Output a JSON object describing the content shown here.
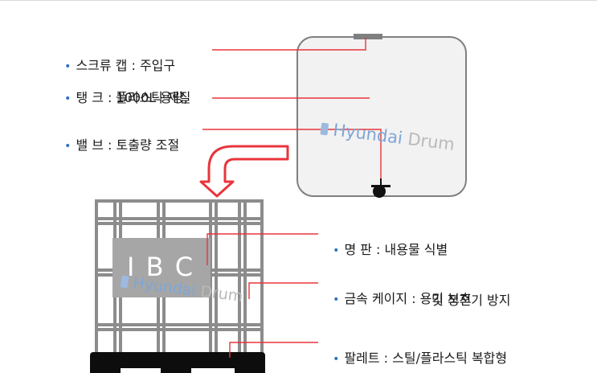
{
  "parts": {
    "cap": {
      "label": "스크류 캡 : 주입구"
    },
    "tank": {
      "label": "탱 크 : 1000L 용량,",
      "label_cont": "플라스틱 재질"
    },
    "valve": {
      "label": "밸 브 : 토출량 조절"
    },
    "nameplate": {
      "label": "명 판 : 내용물 식별"
    },
    "cage": {
      "label": "금속 케이지 : 용기 보호",
      "label_cont": "및 정전기 방지"
    },
    "pallet": {
      "label": "팔레트 : 스틸/플라스틱 복합형"
    }
  },
  "nameplate_text": "I B C",
  "watermark": {
    "brand": "Hyundai",
    "product": "Drum"
  },
  "colors": {
    "leader_line": "#e8353b",
    "arrow_outline": "#e8353b",
    "bullet": "#2f6fc0",
    "tank_fill": "#f2f2f2",
    "tank_stroke": "#7f7f7f",
    "cage": "#8c8c8c",
    "nameplate": "#a6a6a6",
    "pallet": "#0d0d0d"
  }
}
